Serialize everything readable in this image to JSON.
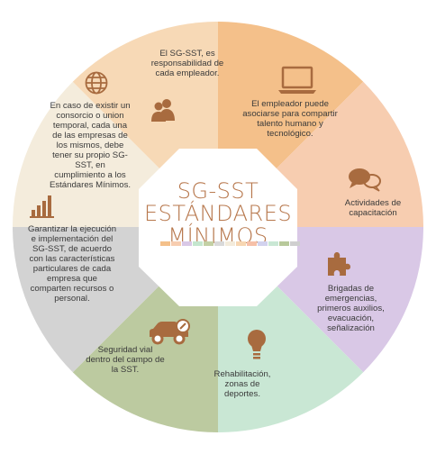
{
  "center": {
    "title_line1": "SG-SST",
    "title_line2": "ESTÁNDARES",
    "title_line3": "MÍNIMOS"
  },
  "palette": [
    "#f4c08a",
    "#f7cdb0",
    "#d9c8e6",
    "#c4e6ce",
    "#c3d0a5",
    "#d9d9d9",
    "#f3ebdb",
    "#f7d6b2",
    "#f6c0a8",
    "#d2d2ee",
    "#c9e7d4",
    "#b8c99b",
    "#cfcfcf"
  ],
  "segments": [
    {
      "id": "responsabilidad",
      "color": "#f4c08a",
      "text": "El SG-SST, es responsabilidad de cada empleador.",
      "icon": "people-icon"
    },
    {
      "id": "talento",
      "color": "#f7cdb0",
      "text": "El empleador puede asociarse para compartir talento humano y tecnológico.",
      "icon": "laptop-icon"
    },
    {
      "id": "capacitacion",
      "color": "#d9c8e6",
      "text": "Actividades de capacitación",
      "icon": "chat-bubbles-icon"
    },
    {
      "id": "brigadas",
      "color": "#c9e7d4",
      "text": "Brigadas de emergencias, primeros auxilios, evacuación, señalización",
      "icon": "puzzle-icon"
    },
    {
      "id": "rehabilitacion",
      "color": "#bccaa0",
      "text": "Rehabilitación, zonas de deportes.",
      "icon": "lightbulb-icon"
    },
    {
      "id": "seguridad-vial",
      "color": "#d3d3d3",
      "text": "Seguridad vial dentro del campo de la SST.",
      "icon": "car-wrench-icon"
    },
    {
      "id": "garantizar",
      "color": "#f4ecdc",
      "text": "Garantizar la ejecución e implementación del SG-SST, de acuerdo con las características particulares de cada empresa que comparten recursos o personal.",
      "icon": "bar-chart-icon"
    },
    {
      "id": "consorcio",
      "color": "#f7d9b6",
      "text": "En caso de existir un consorcio o union temporal, cada una de las empresas de los mismos, debe tener su propio SG-SST, en cumplimiento a los Estándares Mínimos.",
      "icon": "globe-icon"
    }
  ],
  "icon_color": "#a86b3f"
}
